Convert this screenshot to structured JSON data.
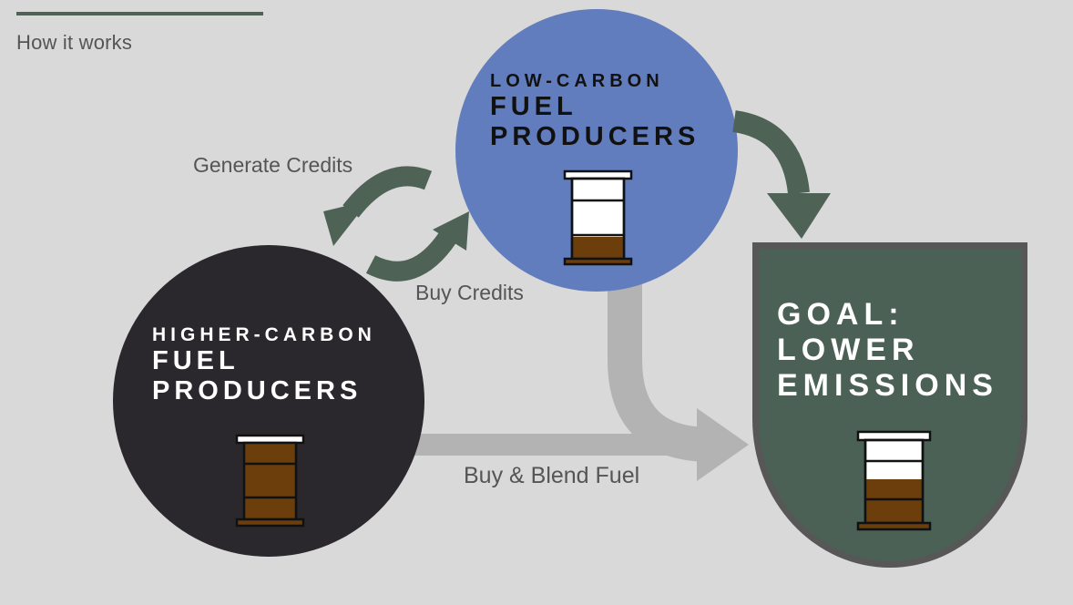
{
  "header": {
    "section_label": "How it works"
  },
  "low_carbon": {
    "line1": "LOW-CARBON",
    "line2": "FUEL",
    "line3": "PRODUCERS"
  },
  "higher_carbon": {
    "line1": "HIGHER-CARBON",
    "line2": "FUEL",
    "line3": "PRODUCERS"
  },
  "goal": {
    "line1": "GOAL:",
    "line2": "LOWER",
    "line3": "EMISSIONS"
  },
  "arrows": {
    "generate_credits": "Generate Credits",
    "buy_credits": "Buy Credits",
    "buy_blend_fuel": "Buy & Blend Fuel"
  },
  "colors": {
    "background": "#d9d9d9",
    "low_carbon_circle": "#627dbd",
    "higher_carbon_circle": "#2a282c",
    "goal_shield": "#4b6156",
    "goal_border": "#575757",
    "credit_arrows": "#4e6256",
    "fuel_flow": "#b3b3b3",
    "fuel_brown": "#6b3e0c"
  }
}
